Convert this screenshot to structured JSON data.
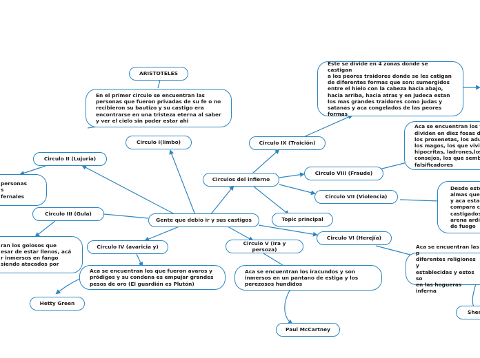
{
  "colors": {
    "edge": "#2e86c1",
    "border": "#2e86c1",
    "text": "#1a1a1a"
  },
  "nodes": {
    "aristoteles": "ARISTOTELES",
    "limbo_desc": "En el primer circulo se encuentran las\npersonas que fueron privadas de su fe o no\nrecibieron su bautizo y su castigo era\nencontrarse en una tristeza eterna al saber\ny ver el cielo sin poder estar ahi",
    "circulo_1": "Circulo I(limbo)",
    "circulo_2": "Circulo II (Lujuria)",
    "lujuria_desc": "personas\ns\nfernales",
    "circulo_3": "Circulo III (Gula)",
    "gula_desc": "ran los golosos que\nesar de estar llenos, acá\nr inmersos en fango\nsiendo atacados por",
    "central": "Gente que debio ir y sus castigos",
    "circulos_infierno": "Circulos del infierno",
    "topic": "Topic principal",
    "circulo_4": "Circulo IV (avaricia y)",
    "avaricia_desc": "Aca se encuentran los que fueron avaros y\npródigos y su condena es empujar grandes\npesos de oro (El guardián es Plutón)",
    "hetty": "Hetty Green",
    "circulo_5": "Circulo V (Ira y persoza)",
    "ira_desc": "Aca se encuentran los iracundos y son\ninmersos en un pantano de estiga y los\nperezosos hundidos",
    "paul": "Paul McCartney",
    "circulo_6": "Circulo VI (Herejía)",
    "herejia_desc": "Aca se encuentran las p\ndiferentes religiones y\nestablecidas y estos so\nen las hogueras inferna",
    "shen": "Shen",
    "circulo_7": "Circulo VII (Violencia)",
    "violencia_desc": "Desde este\nalmas que\ny aca estar\ncompara co\ncastigados\narena ardie\nde fuego",
    "circulo_8": "Circulo VIII (Fraude)",
    "fraude_desc": "Aca se encuentran los f\ndividen en diez fosas do\nlos proxenetas, los adul\nlos magos, los que vivia\nhipocritas, ladrones,los\nconsejos, los que semb\nfalsificadores",
    "circulo_9": "Circulo IX (Traición)",
    "traicion_desc": "Este se divide en 4 zonas donde se castigan\na los peores traidores donde se les catigan\nde diferentes formas que son: sumergidos\nentre el hielo con la cabeza hacia abajo,\nhacia arriba, hacia atras y en judeca estan\nlos mas grandes traidores como judas y\nsatanas y aca congelados de las peores\nformas"
  }
}
